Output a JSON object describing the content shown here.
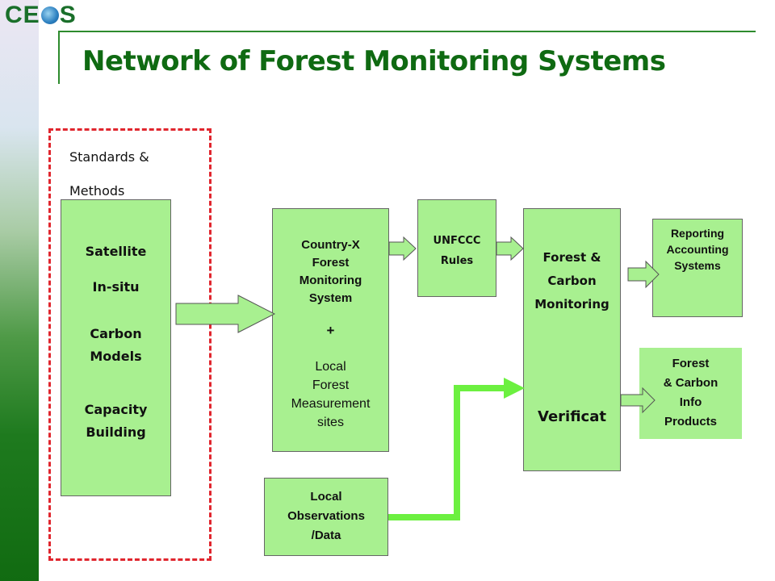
{
  "logo": {
    "text_pre": "CE",
    "text_post": "S"
  },
  "title": "Network of Forest Monitoring Systems",
  "standards": {
    "line1": "Standards &",
    "line2": "Methods"
  },
  "left_box": {
    "satellite": "Satellite",
    "insitu": "In-situ",
    "carbon1": "Carbon",
    "carbon2": "Models",
    "capacity1": "Capacity",
    "capacity2": "Building"
  },
  "country_box": {
    "l1": "Country-X",
    "l2": "Forest",
    "l3": "Monitoring",
    "l4": "System",
    "plus": "+",
    "l5": "Local",
    "l6": "Forest",
    "l7": "Measurement",
    "l8": "sites"
  },
  "unfccc_box": {
    "l1": "UNFCCC",
    "l2": "Rules"
  },
  "fcm_box": {
    "l1": "Forest &",
    "l2": "Carbon",
    "l3": "Monitoring",
    "l4": "Verificat"
  },
  "reporting_box": {
    "l1": "Reporting",
    "l2": "Accounting",
    "l3": "Systems"
  },
  "products_box": {
    "l1": "Forest",
    "l2": "& Carbon",
    "l3": "Info",
    "l4": "Products"
  },
  "local_obs_box": {
    "l1": "Local",
    "l2": "Observations",
    "l3": "/Data"
  },
  "colors": {
    "box_fill": "#a8f090",
    "title": "#0f6a12",
    "dash": "#e0262e",
    "bright_arrow": "#6cf040"
  }
}
